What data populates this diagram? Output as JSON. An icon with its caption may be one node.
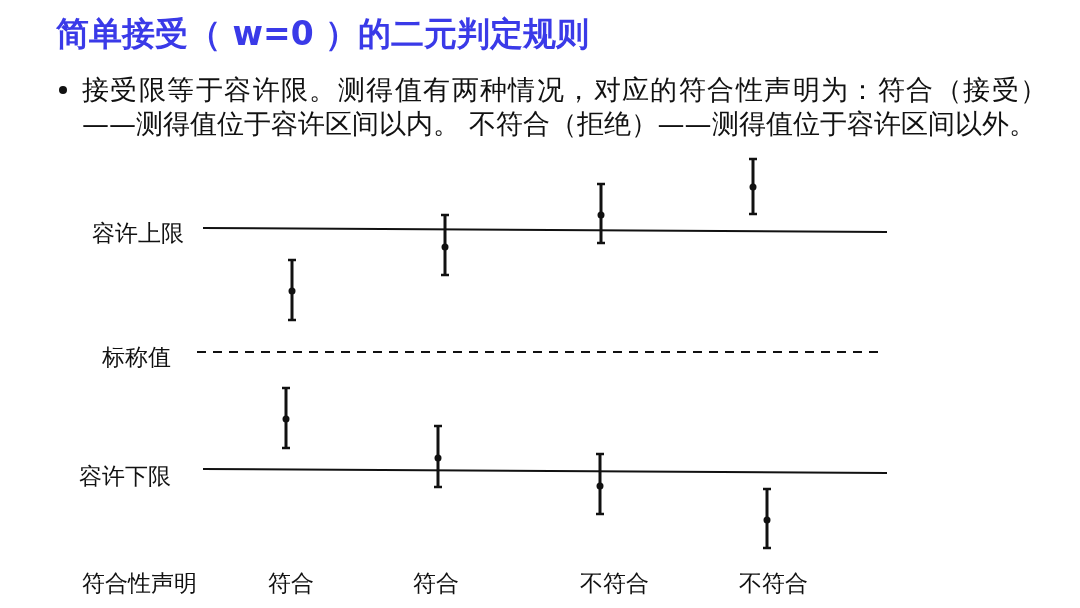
{
  "diagram": {
    "title": "简单接受（ w=0 ）的二元判定规则",
    "labels": [
      "接受限等于容许限。测得值有两种情况，对应的符合性声明为：符合（接受）——测得值位于容许区间以内。 不符合（拒绝）——测得值位于容许区间以外。",
      "容许上限",
      "标称值",
      "容许下限",
      "符合性声明",
      "符合",
      "符合",
      "不符合",
      "不符合"
    ]
  }
}
